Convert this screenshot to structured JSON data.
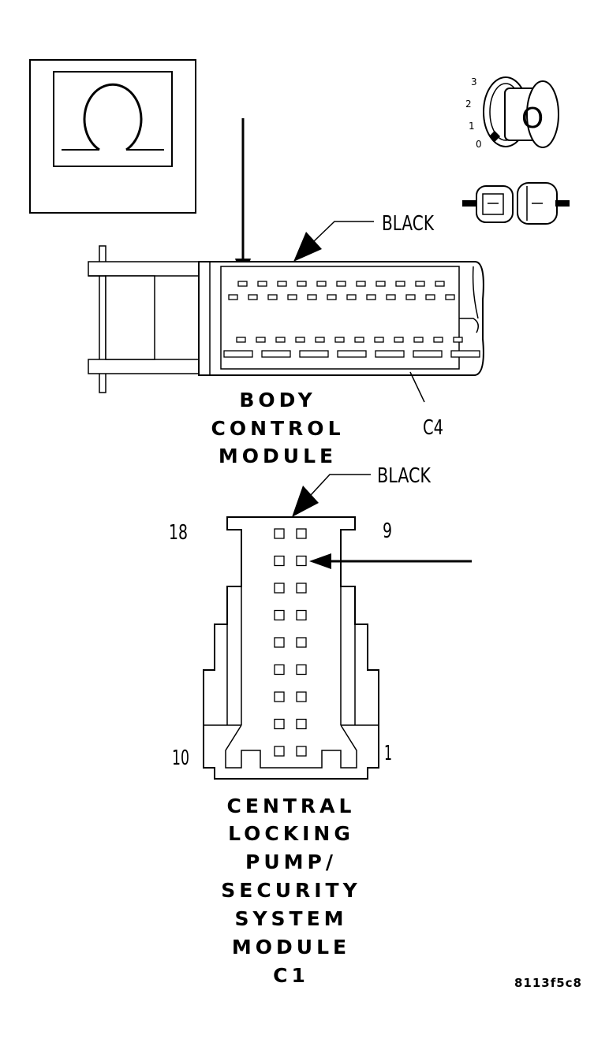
{
  "diagram": {
    "bcm_connector_color": "BLACK",
    "bcm_connector_id": "C4",
    "bcm_name": [
      "BODY",
      "CONTROL",
      "MODULE"
    ],
    "clp_connector_color": "BLACK",
    "clp_pins": {
      "top_left": "18",
      "top_right": "9",
      "bottom_left": "10",
      "bottom_right": "1"
    },
    "clp_name": [
      "CENTRAL",
      "LOCKING",
      "PUMP/",
      "SECURITY",
      "SYSTEM",
      "MODULE",
      "C1"
    ],
    "ignition_positions": [
      "3",
      "2",
      "1",
      "0"
    ],
    "ignition_key_label": "O",
    "figure_id": "8113f5c8"
  }
}
